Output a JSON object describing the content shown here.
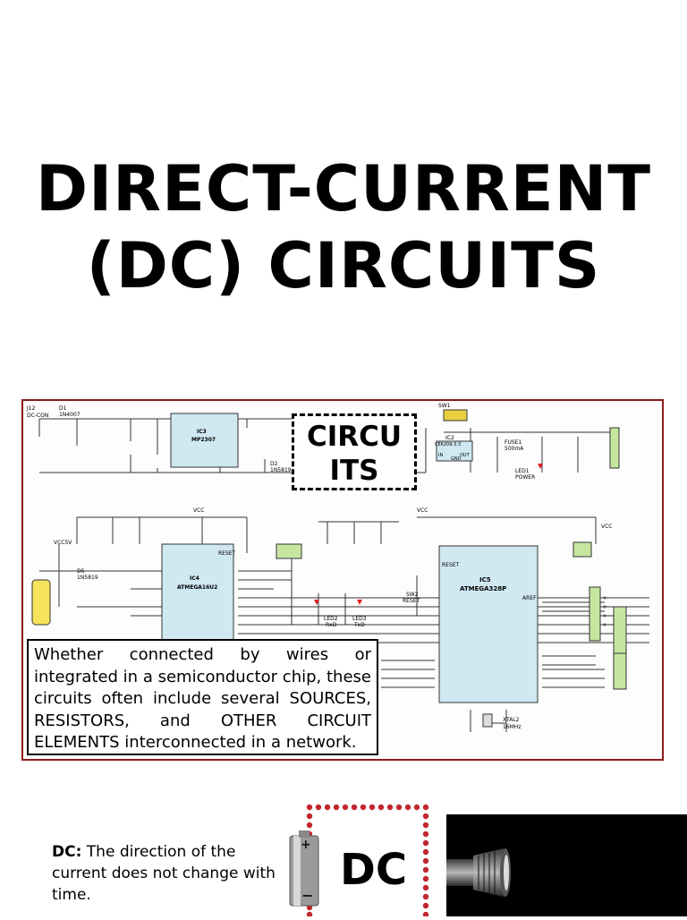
{
  "title_line1": "DIRECT-CURRENT",
  "title_line2": "(DC) CIRCUITS",
  "callout": {
    "line1": "CIRCU",
    "line2": "ITS"
  },
  "description": "Whether connected by wires or integrated in a semiconductor chip, these circuits often include several SOURCES, RESISTORS, and OTHER CIRCUIT ELEMENTS interconnected in a network.",
  "dc_label": "DC:",
  "dc_text": " The direction of the current does not change with time.",
  "battery_label": "DC",
  "battery_plus": "+",
  "battery_minus": "−",
  "schematic": {
    "ic3": "IC3",
    "ic3_part": "MP2307",
    "ic4": "IC4",
    "ic4_part": "ATMEGA16U2",
    "ic5": "IC5",
    "ic5_part": "ATMEGA328P",
    "ic2": "IC2",
    "ic2_part": "CE6209-3.3",
    "sw1": "SW1",
    "j12": "J12",
    "dccon": "DC-CON",
    "fuse": "FUSE1",
    "fuse_val": "500mA",
    "led1": "LED1",
    "led1_lbl": "POWER",
    "led2": "LED2",
    "led2_lbl": "RxD",
    "led3": "LED3",
    "led3_lbl": "TxD",
    "xtal2": "XTAL2",
    "xtal2_val": "16MHz",
    "vcc": "VCC",
    "reset": "RESET",
    "d1": "D1",
    "d1_part": "1N4007",
    "d2": "D2",
    "d2_part": "1N5819",
    "d5": "D5",
    "d5_part": "1N5819",
    "vcc5v": "VCC5V",
    "in": "IN",
    "out": "OUT",
    "gnd": "GND",
    "sw2": "SW2",
    "sw2_lbl": "RESET",
    "aref": "AREF"
  }
}
